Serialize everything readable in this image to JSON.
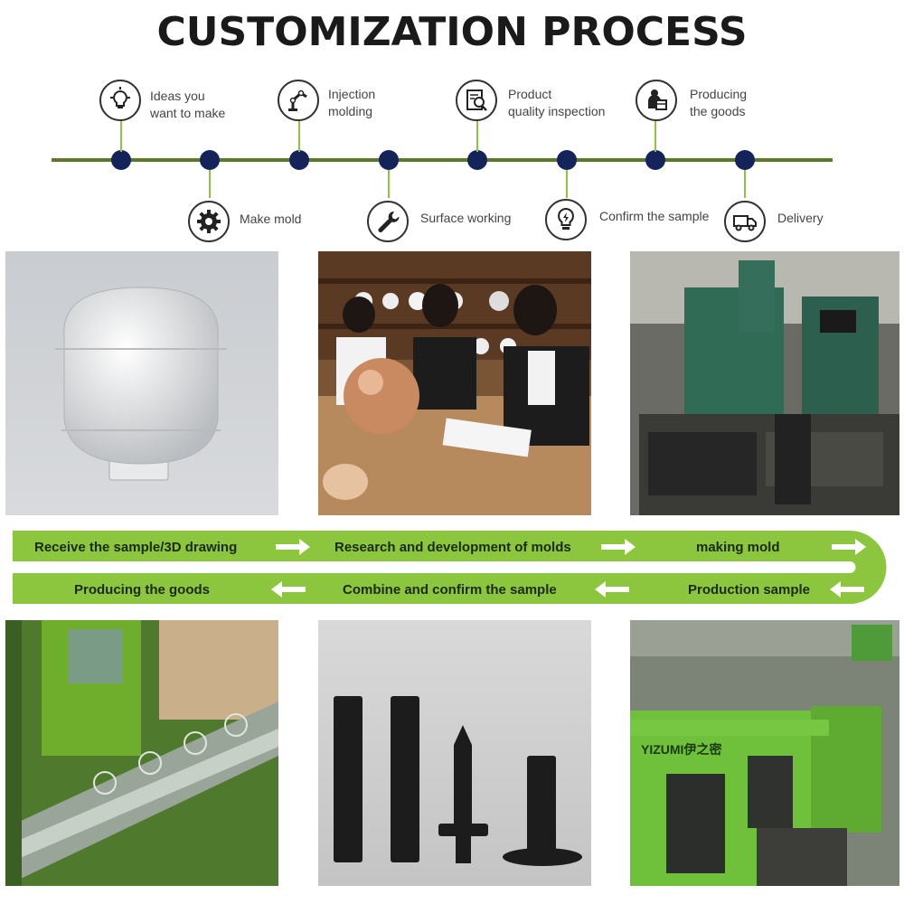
{
  "title": "CUSTOMIZATION PROCESS",
  "timeline": {
    "top_steps": [
      {
        "icon": "lightbulb-icon",
        "line1": "Ideas you",
        "line2": "want to make"
      },
      {
        "icon": "robot-arm-icon",
        "line1": "Injection",
        "line2": "molding"
      },
      {
        "icon": "inspection-icon",
        "line1": "Product",
        "line2": "quality inspection"
      },
      {
        "icon": "boxes-worker-icon",
        "line1": "Producing",
        "line2": "the goods"
      }
    ],
    "bottom_steps": [
      {
        "icon": "gear-icon",
        "label": "Make mold"
      },
      {
        "icon": "wrench-icon",
        "label": "Surface working"
      },
      {
        "icon": "bulb-hand-icon",
        "label": "Confirm the sample"
      },
      {
        "icon": "truck-icon",
        "label": "Delivery"
      }
    ]
  },
  "flow": {
    "row1": [
      "Receive the sample/3D drawing",
      "Research and development of molds",
      "making mold"
    ],
    "row2": [
      "Producing the goods",
      "Combine and confirm the sample",
      "Production sample"
    ]
  },
  "photos": {
    "top": [
      "3d-lamp-shade-render",
      "meeting-photo",
      "mold-machine-photo"
    ],
    "bottom": [
      "conveyor-photo",
      "black-mold-parts-photo",
      "injection-machine-photo"
    ],
    "machine_brand": "YIZUMI伊之密"
  },
  "colors": {
    "accent": "#8cc63f",
    "dot": "#14245a",
    "line": "#5a7a2a"
  }
}
